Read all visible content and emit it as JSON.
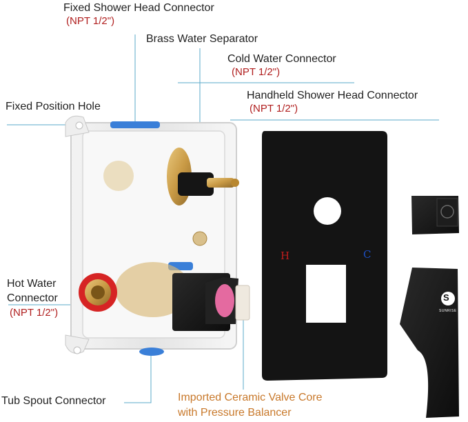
{
  "labels": {
    "fixed_shower_head": {
      "name": "Fixed Shower Head Connector",
      "spec": "(NPT 1/2\")"
    },
    "brass_separator": {
      "name": "Brass Water Separator"
    },
    "cold_water": {
      "name": "Cold Water Connector",
      "spec": "(NPT 1/2\")"
    },
    "handheld": {
      "name": "Handheld Shower Head Connector",
      "spec": "(NPT 1/2\")"
    },
    "fixed_position_hole": {
      "name": "Fixed Position Hole"
    },
    "hot_water": {
      "line1": "Hot Water",
      "line2": "Connector",
      "spec": "(NPT 1/2\")"
    },
    "tub_spout": {
      "name": "Tub Spout Connector"
    },
    "valve_core": {
      "line1": "Imported Ceramic Valve Core",
      "line2": "with Pressure Balancer"
    }
  },
  "plate": {
    "hot_mark": "H",
    "cold_mark": "C"
  },
  "brand": {
    "name": "SUNRISE",
    "letter": "S"
  },
  "colors": {
    "leader_line": "#5aa9c8",
    "spec_red": "#b01e1e",
    "orange_text": "#c8782a",
    "matte_black": "#111111",
    "brass": "#c99a45"
  }
}
